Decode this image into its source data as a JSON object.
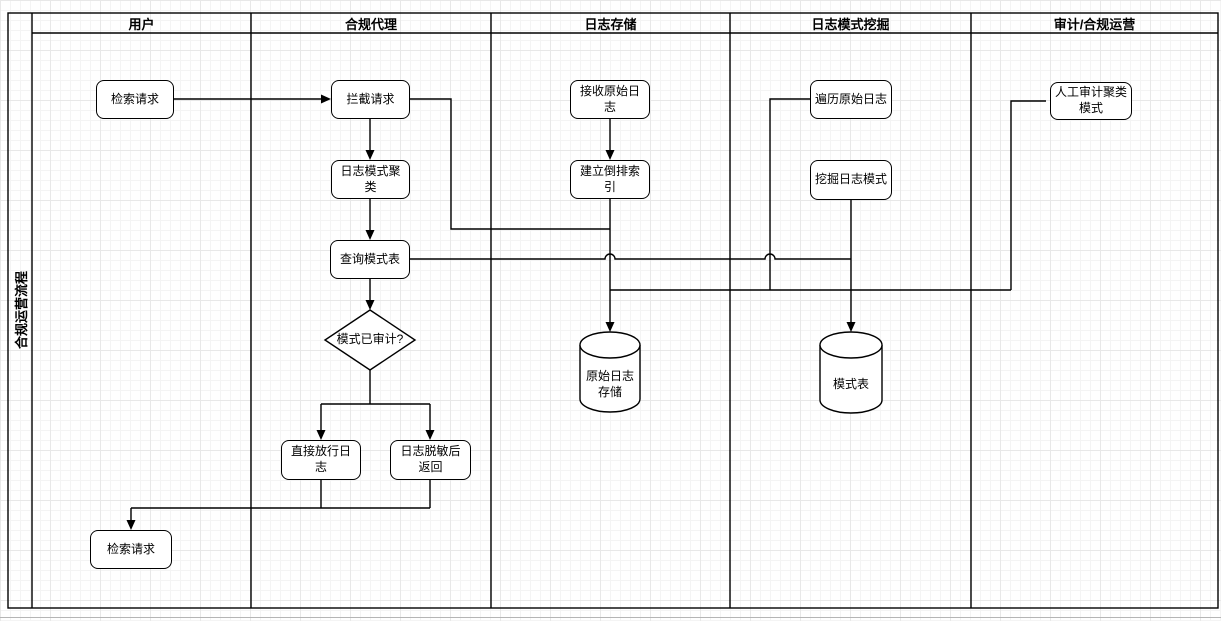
{
  "pool": {
    "title": "合规运营流程"
  },
  "lanes": [
    {
      "label": "用户"
    },
    {
      "label": "合规代理"
    },
    {
      "label": "日志存储"
    },
    {
      "label": "日志模式挖掘"
    },
    {
      "label": "审计/合规运营"
    }
  ],
  "nodes": {
    "user_search_request": "检索请求",
    "intercept_request": "拦截请求",
    "log_pattern_cluster": "日志模式聚类",
    "query_pattern_table": "查询模式表",
    "pattern_audited_question": "模式已审计?",
    "release_log": "直接放行日志",
    "masked_return": "日志脱敏后返回",
    "user_search_result": "检索请求",
    "receive_raw_log": "接收原始日志",
    "build_inverted_index": "建立倒排索引",
    "raw_log_store": "原始日志存储",
    "pattern_table": "模式表",
    "traverse_raw_log": "遍历原始日志",
    "mine_log_pattern": "挖掘日志模式",
    "manual_audit_cluster": "人工审计聚类模式"
  }
}
